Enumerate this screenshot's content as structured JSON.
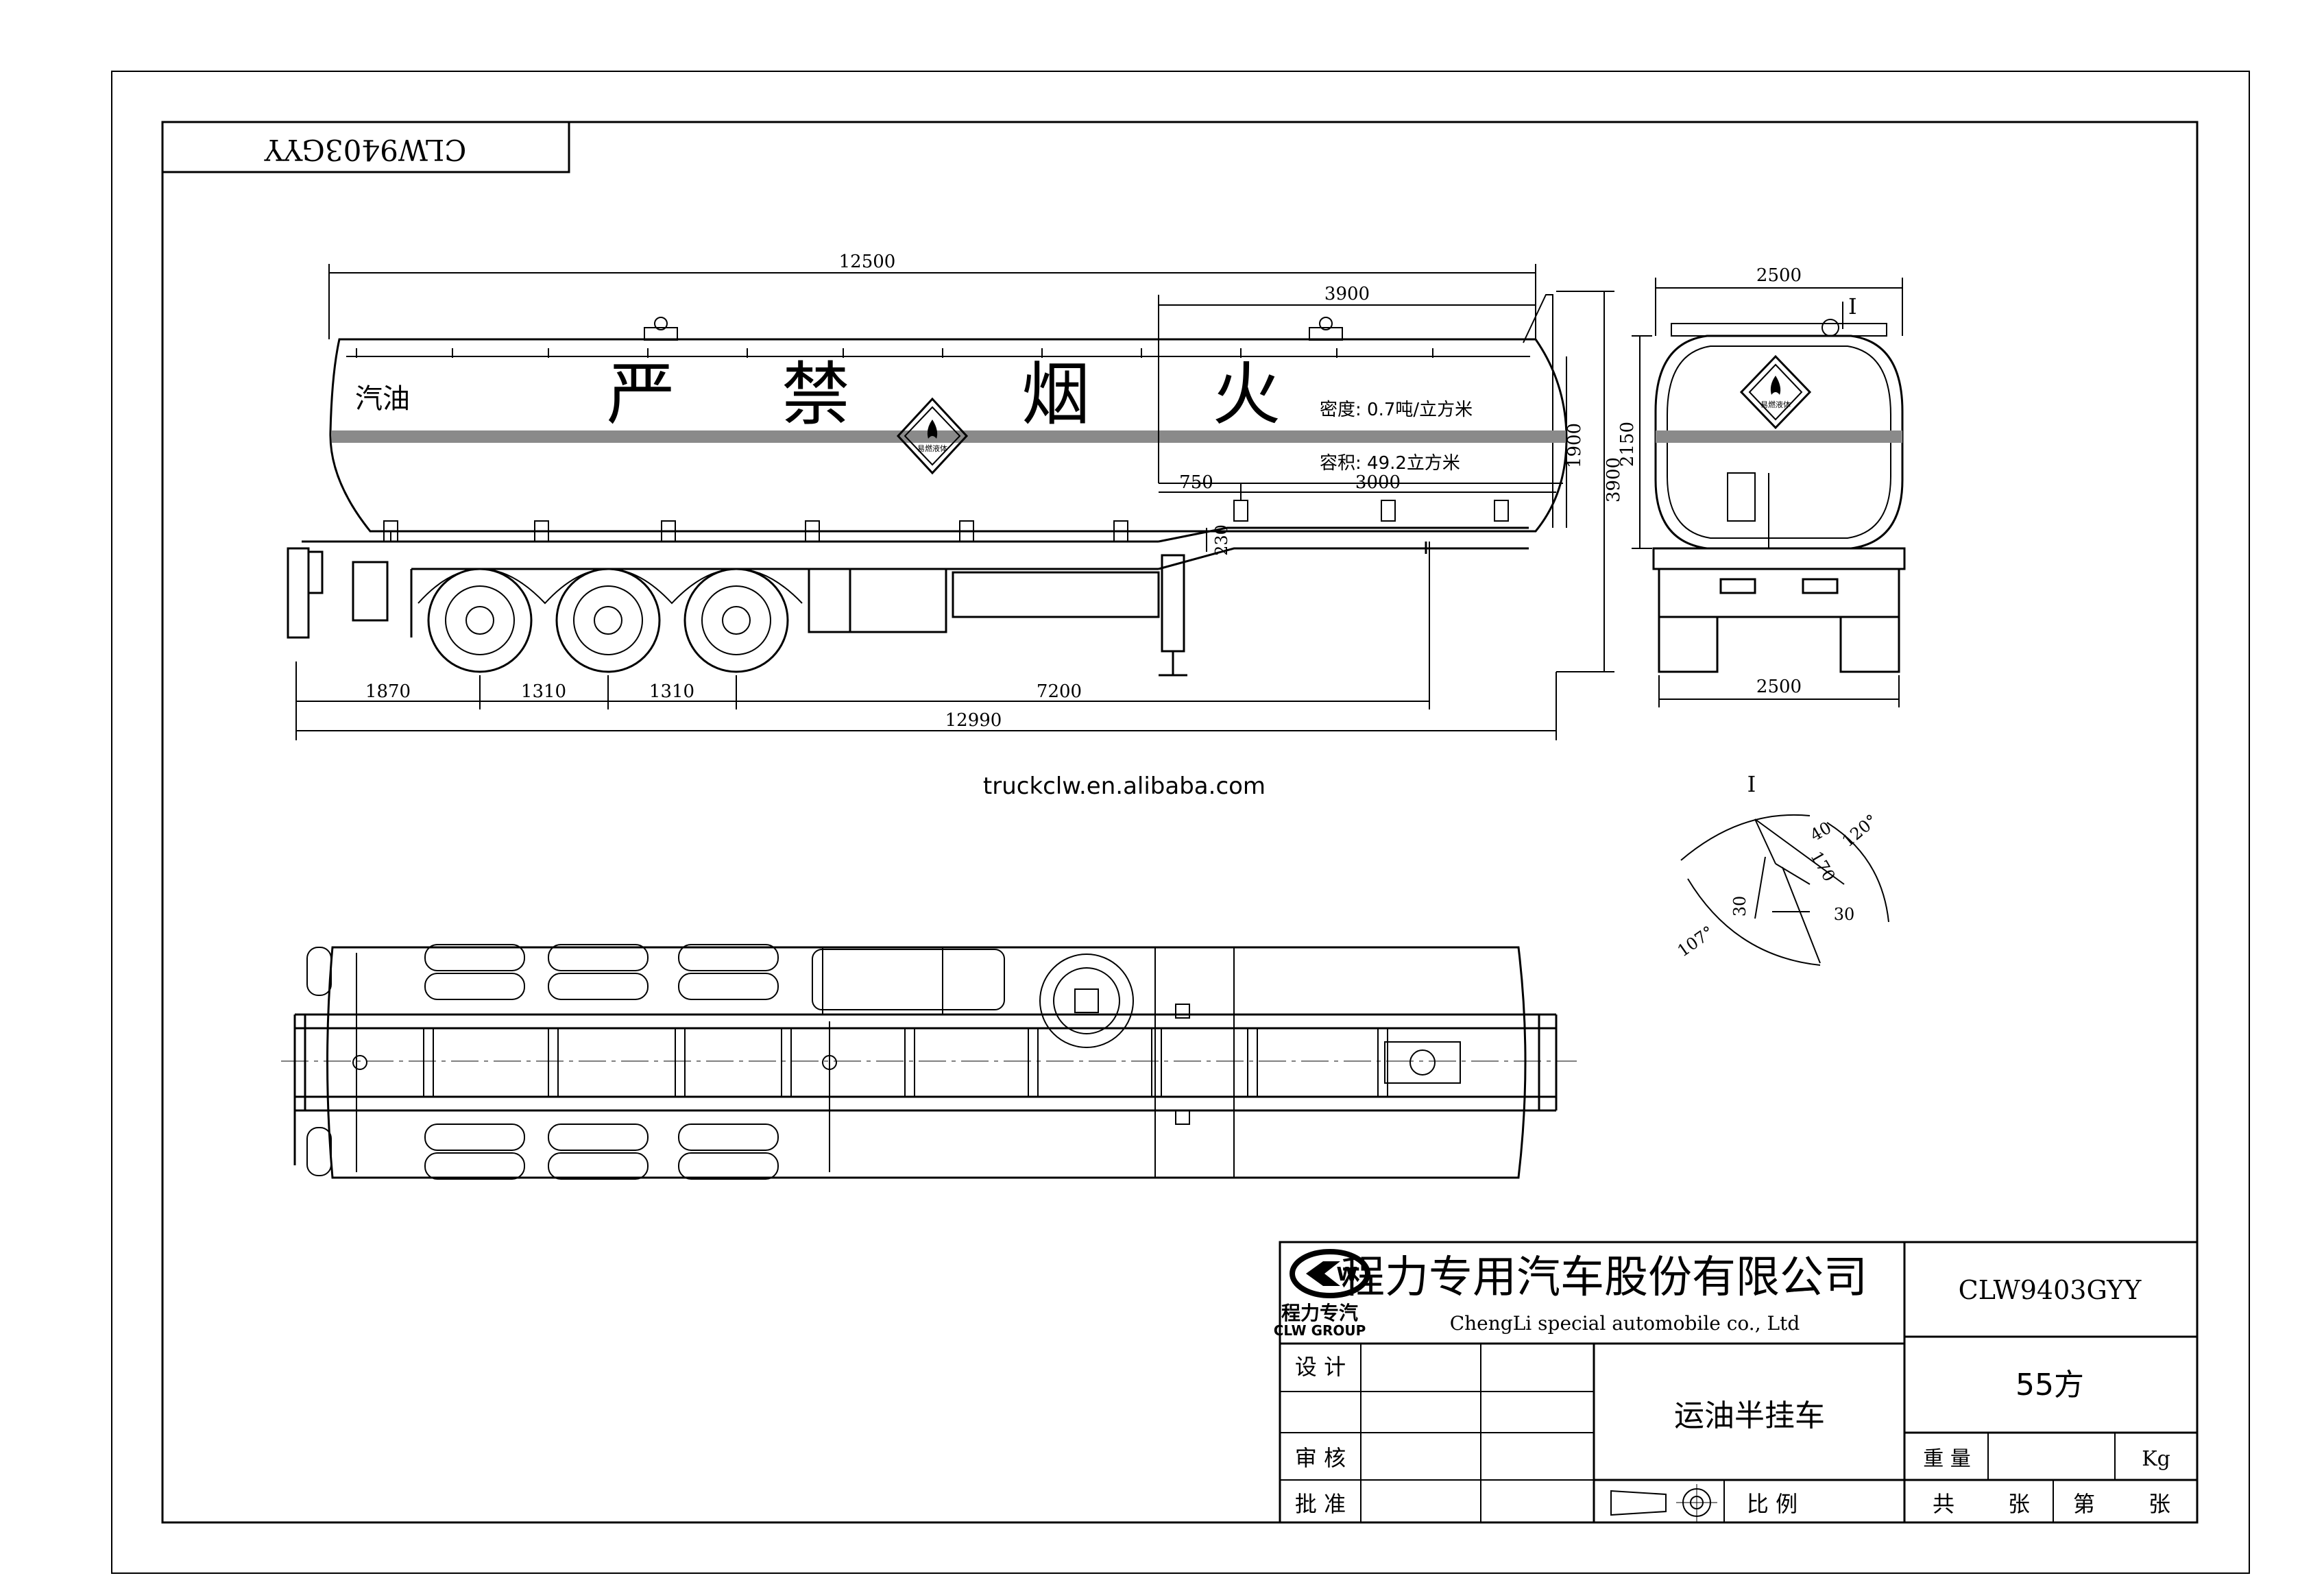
{
  "drawing_code_rotated": "CLW9403GYY",
  "watermark": "truckclw.en.alibaba.com",
  "side_view": {
    "cargo_label": "汽油",
    "warning_chars": [
      "严",
      "禁",
      "烟",
      "火"
    ],
    "density": "密度: 0.7吨/立方米",
    "volume": "容积: 49.2立方米",
    "hazard_sign_text": "易燃液体",
    "dims": {
      "overall_length": "12500",
      "gooseneck_length": "3900",
      "front_offset": "750",
      "front_section": "3000",
      "step_height": "230",
      "tank_height": "1900",
      "overall_height": "3900",
      "front_overhang": "1870",
      "axle_spacing_1": "1310",
      "axle_spacing_2": "1310",
      "axle_to_kingpin": "7200",
      "total_length": "12990"
    }
  },
  "rear_view": {
    "top_width": "2500",
    "height": "2150",
    "bottom_width": "2500",
    "detail_marker": "I",
    "hazard_sign_text": "易燃液体"
  },
  "detail_I": {
    "title": "I",
    "dims": [
      "40",
      "120°",
      "170",
      "30",
      "30",
      "107°"
    ]
  },
  "title_block": {
    "company_cn": "程力专用汽车股份有限公司",
    "company_en": "ChengLi special automobile co., Ltd",
    "logo_cn": "程力专汽",
    "logo_en": "CLW GROUP",
    "model": "CLW9403GYY",
    "product": "运油半挂车",
    "capacity": "55方",
    "design_label": "设 计",
    "review_label": "审 核",
    "approve_label": "批 准",
    "weight_label": "重 量",
    "weight_unit": "Kg",
    "scale_label": "比 例",
    "total_label": "共",
    "sheet_label": "张",
    "number_label": "第",
    "sheet_label2": "张"
  },
  "colors": {
    "line": "#000000",
    "paper": "#ffffff",
    "watermark": "#e3e3e3",
    "stripe": "#8a8a8a"
  }
}
